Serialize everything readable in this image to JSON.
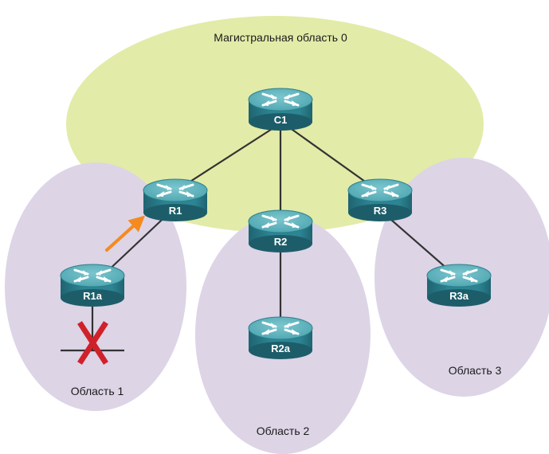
{
  "diagram": {
    "areas": {
      "backbone": "Магистральная область 0",
      "area1": "Область 1",
      "area2": "Область 2",
      "area3": "Область 3"
    },
    "routers": {
      "c1": "C1",
      "r1": "R1",
      "r2": "R2",
      "r3": "R3",
      "r1a": "R1a",
      "r2a": "R2a",
      "r3a": "R3a"
    },
    "colors": {
      "backbone_area": "#e3eba8",
      "other_areas": "#ddd4e6",
      "router_top": "#63b6c0",
      "router_body": "#2d8593",
      "router_dark": "#1f6471",
      "link": "#333333",
      "update_arrow": "#f58a1f",
      "failure_mark": "#d0212a"
    },
    "icons": {
      "router": "router-icon",
      "arrow": "update-arrow-icon",
      "failure": "link-failure-x-icon"
    }
  }
}
